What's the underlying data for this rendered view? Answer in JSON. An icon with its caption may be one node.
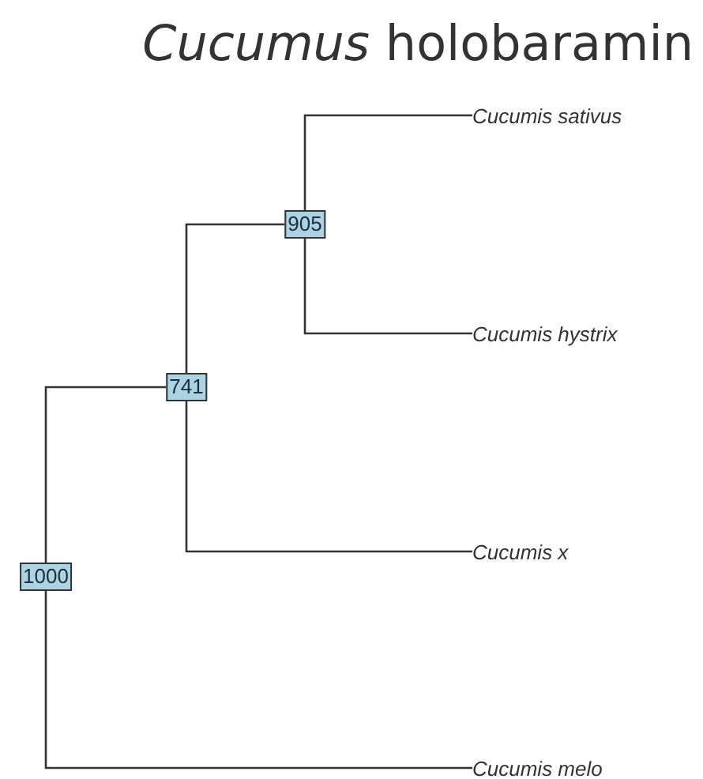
{
  "diagram": {
    "title": "*Cucumus* holobaramin",
    "nodes": [
      {
        "text": [
          "1000"
        ]
      },
      {
        "text": [
          "741"
        ]
      },
      {
        "text": [
          "905"
        ]
      },
      {
        "text": [
          "Cucumis sativus"
        ]
      },
      {
        "text": [
          "Cucumis hystrix"
        ]
      },
      {
        "text": [
          "Cucumis x"
        ]
      },
      {
        "text": [
          "Cucumis melo"
        ]
      }
    ],
    "edges": [
      {
        "from": 0,
        "to": 1,
        "arrow": "none"
      },
      {
        "from": 0,
        "to": 6,
        "arrow": "none"
      },
      {
        "from": 1,
        "to": 2,
        "arrow": "none"
      },
      {
        "from": 1,
        "to": 5,
        "arrow": "none"
      },
      {
        "from": 2,
        "to": 3,
        "arrow": "none"
      },
      {
        "from": 2,
        "to": 4,
        "arrow": "none"
      }
    ]
  }
}
